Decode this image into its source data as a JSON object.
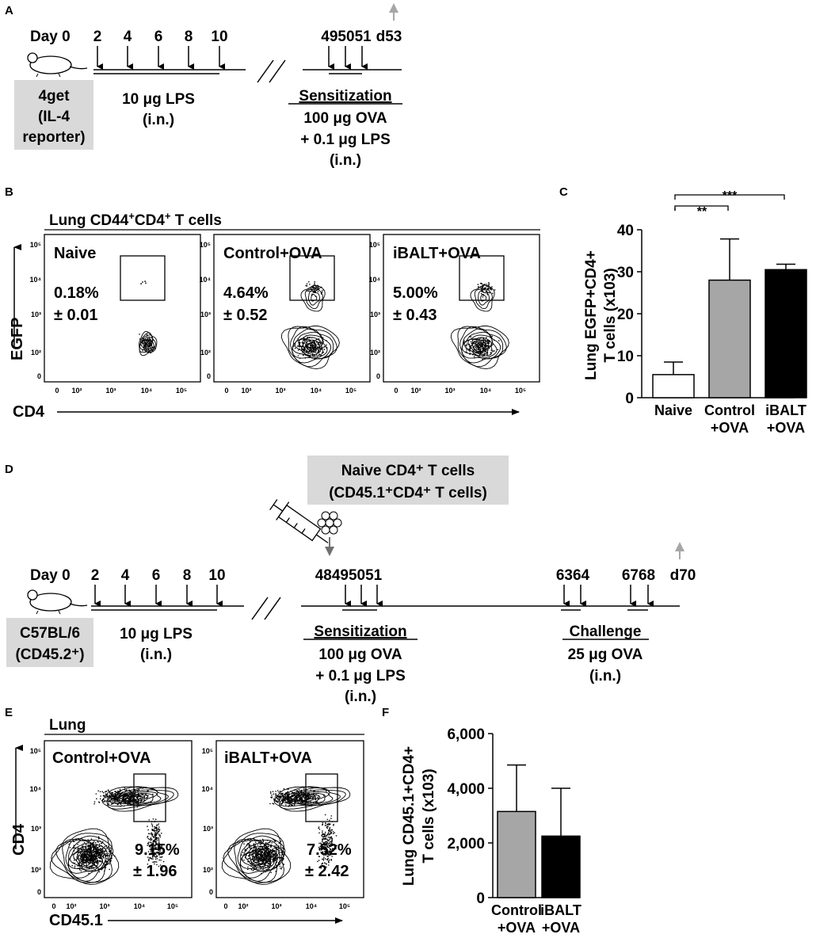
{
  "panelA": {
    "letter": "A",
    "day0": "Day 0",
    "days_lps": [
      "2",
      "4",
      "6",
      "8",
      "10"
    ],
    "days_sens": "495051",
    "day_end": "d53",
    "mouse_label": [
      "4get",
      "(IL-4",
      "reporter)"
    ],
    "lps_dose": "10 μg LPS",
    "lps_route": "(i.n.)",
    "sens_title": "Sensitization",
    "sens_lines": [
      "100 μg OVA",
      "+ 0.1 μg LPS",
      "(i.n.)"
    ]
  },
  "panelB": {
    "letter": "B",
    "title_pre": "Lung CD44",
    "title_mid": "CD4",
    "title_post": " T cells",
    "sup_plus": "+",
    "ylabel": "EGFP",
    "xlabel": "CD4",
    "yticks": [
      "10⁵",
      "10⁴",
      "10³",
      "10²",
      "0"
    ],
    "xticks": [
      "0",
      "10²",
      "10³",
      "10⁴",
      "10⁵"
    ],
    "plots": [
      {
        "name": "Naive",
        "pct": "0.18%",
        "sd": "± 0.01"
      },
      {
        "name": "Control+OVA",
        "pct": "4.64%",
        "sd": "± 0.52"
      },
      {
        "name": "iBALT+OVA",
        "pct": "5.00%",
        "sd": "± 0.43"
      }
    ]
  },
  "panelC": {
    "letter": "C",
    "sig1": "**",
    "sig2": "***",
    "ylabel_line1": "Lung EGFP+CD4+",
    "ylabel_line2": "T cells (x103)",
    "chart_data": {
      "type": "bar",
      "categories": [
        "Naive",
        "Control +OVA",
        "iBALT +OVA"
      ],
      "category_lines": [
        [
          "Naive"
        ],
        [
          "Control",
          "+OVA"
        ],
        [
          "iBALT",
          "+OVA"
        ]
      ],
      "values": [
        5.5,
        28,
        30.5
      ],
      "errors": [
        3,
        9.8,
        1.3
      ],
      "colors": [
        "#ffffff",
        "#a6a6a6",
        "#000000"
      ],
      "yticks": [
        "0",
        "10",
        "20",
        "30",
        "40"
      ],
      "ylim": [
        0,
        40
      ]
    }
  },
  "panelD": {
    "letter": "D",
    "box_line1": "Naive CD4⁺ T cells",
    "box_line2": "(CD45.1⁺CD4⁺ T cells)",
    "day0": "Day 0",
    "days_lps": [
      "2",
      "4",
      "6",
      "8",
      "10"
    ],
    "days_sens": "48495051",
    "days_chal1": "6364",
    "days_chal2": "6768",
    "day_end": "d70",
    "mouse_label": [
      "C57BL/6",
      "(CD45.2⁺)"
    ],
    "lps_dose": "10 μg LPS",
    "lps_route": "(i.n.)",
    "sens_title": "Sensitization",
    "sens_lines": [
      "100 μg OVA",
      "+ 0.1 μg LPS",
      "(i.n.)"
    ],
    "chal_title": "Challenge",
    "chal_lines": [
      "25 μg OVA",
      "(i.n.)"
    ]
  },
  "panelE": {
    "letter": "E",
    "title": "Lung",
    "ylabel": "CD4",
    "xlabel": "CD45.1",
    "yticks": [
      "10⁵",
      "10⁴",
      "10³",
      "10²",
      "0"
    ],
    "xticks": [
      "0",
      "10²",
      "10³",
      "10⁴",
      "10⁵"
    ],
    "plots": [
      {
        "name": "Control+OVA",
        "pct": "9.15%",
        "sd": "± 1.96"
      },
      {
        "name": "iBALT+OVA",
        "pct": "7.52%",
        "sd": "± 2.42"
      }
    ]
  },
  "panelF": {
    "letter": "F",
    "ylabel_line1": "Lung CD45.1+CD4+",
    "ylabel_line2": "T cells (x103)",
    "chart_data": {
      "type": "bar",
      "categories": [
        "Control +OVA",
        "iBALT +OVA"
      ],
      "category_lines": [
        [
          "Control",
          "+OVA"
        ],
        [
          "iBALT",
          "+OVA"
        ]
      ],
      "values": [
        3150,
        2250
      ],
      "errors": [
        1700,
        1750
      ],
      "colors": [
        "#a6a6a6",
        "#000000"
      ],
      "yticks": [
        "0",
        "2,000",
        "4,000",
        "6,000"
      ],
      "ylim": [
        0,
        6000
      ]
    }
  },
  "colors": {
    "gray_box": "#d9d9d9",
    "gray_arrow": "#a6a6a6",
    "bar_gray": "#a6a6a6",
    "bar_black": "#000000"
  }
}
